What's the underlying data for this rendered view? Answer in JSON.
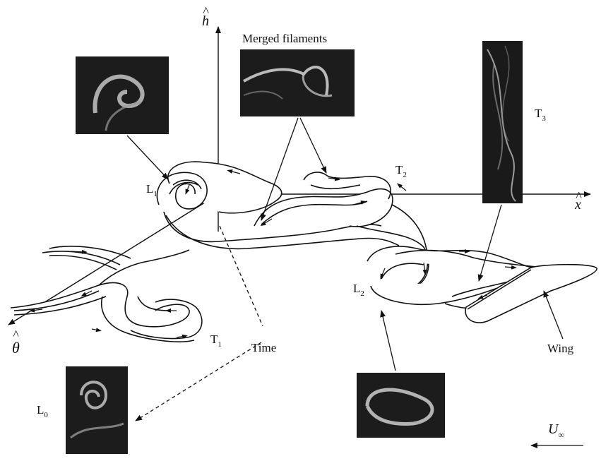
{
  "labels": {
    "axis_h": "h",
    "axis_x": "x",
    "axis_theta": "θ",
    "hat": "^",
    "merged": "Merged filaments",
    "L1": "L",
    "L1_sub": "1",
    "T2": "T",
    "T2_sub": "2",
    "T3": "T",
    "T3_sub": "3",
    "L2": "L",
    "L2_sub": "2",
    "T1": "T",
    "T1_sub": "1",
    "L0": "L",
    "L0_sub": "0",
    "time": "Time",
    "wing": "Wing",
    "uinf": "U",
    "uinf_sub": "∞"
  },
  "colors": {
    "ink": "#111111",
    "photo_bg": "#1a1a1a",
    "smoke": "#d8d8d8",
    "ribbon_fill": "#ffffff"
  }
}
